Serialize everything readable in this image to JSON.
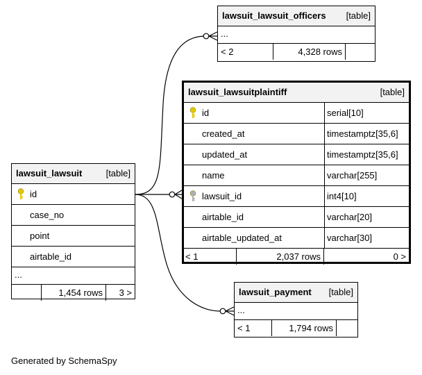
{
  "footer_text": "Generated by SchemaSpy",
  "colors": {
    "pk_key": "#e6c800",
    "fk_key": "#b0b0b0",
    "header_bg": "#f2f2f2"
  },
  "tables": {
    "officers": {
      "name": "lawsuit_lawsuit_officers",
      "type": "[table]",
      "more": "...",
      "parents": "< 2",
      "rows": "4,328 rows",
      "children": ""
    },
    "plaintiff": {
      "name": "lawsuit_lawsuitplaintiff",
      "type": "[table]",
      "columns": [
        {
          "name": "id",
          "type": "serial[10]",
          "icon": "primary-key-icon"
        },
        {
          "name": "created_at",
          "type": "timestamptz[35,6]",
          "icon": ""
        },
        {
          "name": "updated_at",
          "type": "timestamptz[35,6]",
          "icon": ""
        },
        {
          "name": "name",
          "type": "varchar[255]",
          "icon": ""
        },
        {
          "name": "lawsuit_id",
          "type": "int4[10]",
          "icon": "foreign-key-icon"
        },
        {
          "name": "airtable_id",
          "type": "varchar[20]",
          "icon": ""
        },
        {
          "name": "airtable_updated_at",
          "type": "varchar[30]",
          "icon": ""
        }
      ],
      "parents": "< 1",
      "rows": "2,037 rows",
      "children": "0 >"
    },
    "lawsuit": {
      "name": "lawsuit_lawsuit",
      "type": "[table]",
      "columns": [
        {
          "name": "id",
          "icon": "primary-key-icon"
        },
        {
          "name": "case_no",
          "icon": ""
        },
        {
          "name": "point",
          "icon": ""
        },
        {
          "name": "airtable_id",
          "icon": ""
        }
      ],
      "more": "...",
      "parents": "",
      "rows": "1,454 rows",
      "children": "3 >"
    },
    "payment": {
      "name": "lawsuit_payment",
      "type": "[table]",
      "more": "...",
      "parents": "< 1",
      "rows": "1,794 rows",
      "children": ""
    }
  }
}
